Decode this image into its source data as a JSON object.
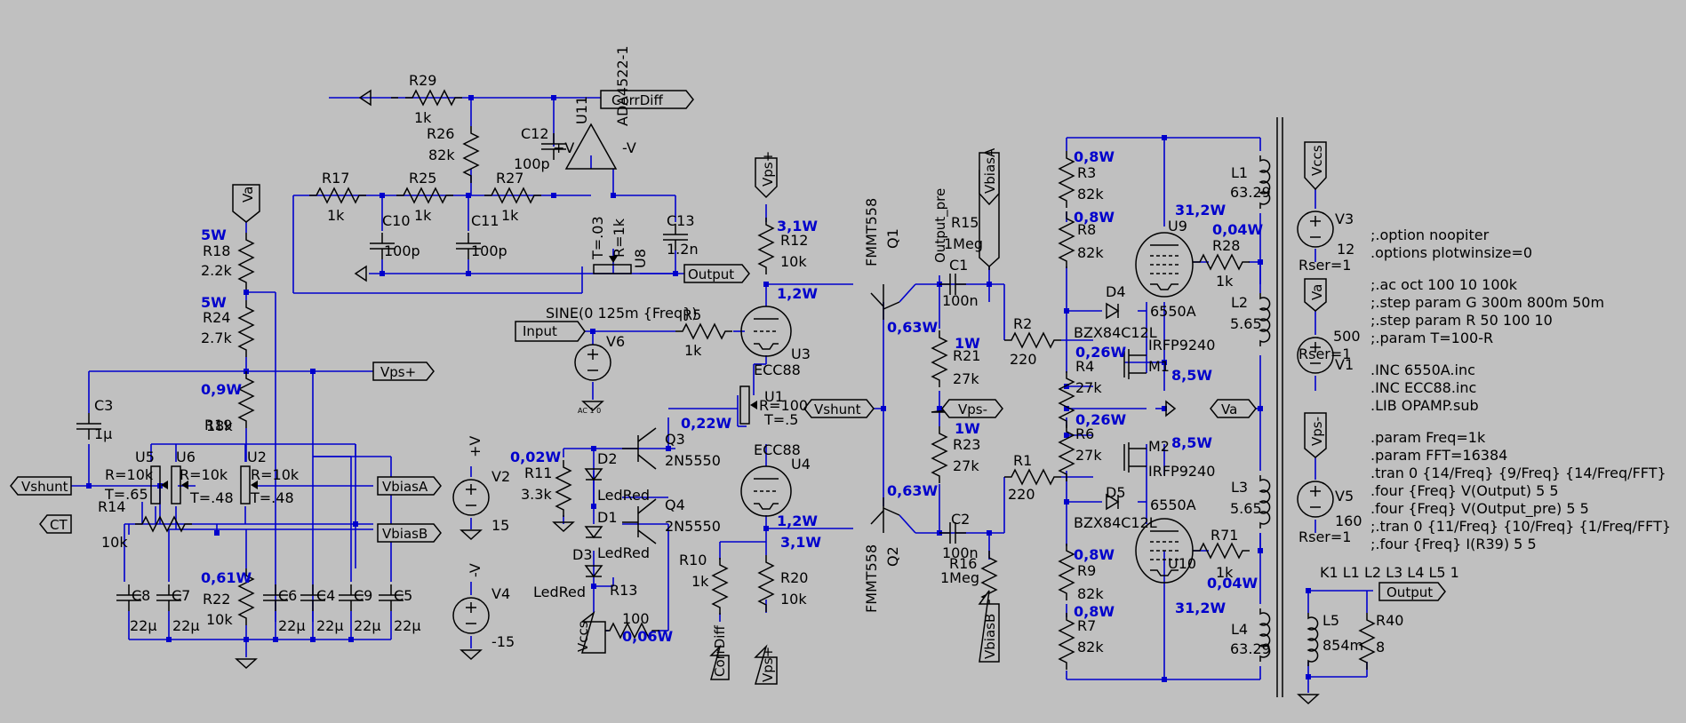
{
  "schematic": {
    "components": [
      {
        "name": "R29",
        "value": "1k"
      },
      {
        "name": "R26",
        "value": "82k"
      },
      {
        "name": "C12",
        "value": "100p"
      },
      {
        "name": "U11",
        "value": "ADA4522-1"
      },
      {
        "name": "R17",
        "value": "1k"
      },
      {
        "name": "R25",
        "value": "1k"
      },
      {
        "name": "R27",
        "value": "1k"
      },
      {
        "name": "C10",
        "value": "100p"
      },
      {
        "name": "C11",
        "value": "100p"
      },
      {
        "name": "U8",
        "value": "R=1k"
      },
      {
        "name": "C13",
        "value": "1.2n"
      },
      {
        "name": "R18",
        "value": "2.2k"
      },
      {
        "name": "R24",
        "value": "2.7k"
      },
      {
        "name": "R19",
        "value": "18k"
      },
      {
        "name": "C3",
        "value": "1µ"
      },
      {
        "name": "U5",
        "value": "R=10k"
      },
      {
        "name": "U6",
        "value": "R=10k"
      },
      {
        "name": "U2",
        "value": "R=10k"
      },
      {
        "name": "R14",
        "value": "10k"
      },
      {
        "name": "C8",
        "value": "22µ"
      },
      {
        "name": "C7",
        "value": "22µ"
      },
      {
        "name": "R22",
        "value": "10k"
      },
      {
        "name": "C6",
        "value": "22µ"
      },
      {
        "name": "C4",
        "value": "22µ"
      },
      {
        "name": "C9",
        "value": "22µ"
      },
      {
        "name": "C5",
        "value": "22µ"
      },
      {
        "name": "V2",
        "value": "15"
      },
      {
        "name": "V4",
        "value": "-15"
      },
      {
        "name": "R11",
        "value": "3.3k"
      },
      {
        "name": "D2",
        "value": "LedRed"
      },
      {
        "name": "D1",
        "value": "LedRed"
      },
      {
        "name": "D3",
        "value": "LedRed"
      },
      {
        "name": "R13",
        "value": "100"
      },
      {
        "name": "Q3",
        "value": "2N5550"
      },
      {
        "name": "Q4",
        "value": "2N5550"
      },
      {
        "name": "R5",
        "value": "1k"
      },
      {
        "name": "V6",
        "value": "AC 1 0"
      },
      {
        "name": "U3",
        "value": "ECC88"
      },
      {
        "name": "U4",
        "value": "ECC88"
      },
      {
        "name": "U1",
        "value": "R=100"
      },
      {
        "name": "R12",
        "value": "10k"
      },
      {
        "name": "R20",
        "value": "10k"
      },
      {
        "name": "R10",
        "value": "1k"
      },
      {
        "name": "Q1",
        "value": "FMMT558"
      },
      {
        "name": "Q2",
        "value": "FMMT558"
      },
      {
        "name": "R15",
        "value": "1Meg"
      },
      {
        "name": "C1",
        "value": "100n"
      },
      {
        "name": "R21",
        "value": "27k"
      },
      {
        "name": "R23",
        "value": "27k"
      },
      {
        "name": "C2",
        "value": "100n"
      },
      {
        "name": "R16",
        "value": "1Meg"
      },
      {
        "name": "R2",
        "value": "220"
      },
      {
        "name": "R1",
        "value": "220"
      },
      {
        "name": "R3",
        "value": "82k"
      },
      {
        "name": "R8",
        "value": "82k"
      },
      {
        "name": "R4",
        "value": "27k"
      },
      {
        "name": "R6",
        "value": "27k"
      },
      {
        "name": "R9",
        "value": "82k"
      },
      {
        "name": "R7",
        "value": "82k"
      },
      {
        "name": "D4",
        "value": "BZX84C12L"
      },
      {
        "name": "D5",
        "value": "BZX84C12L"
      },
      {
        "name": "M1",
        "value": "IRFP9240"
      },
      {
        "name": "M2",
        "value": "IRFP9240"
      },
      {
        "name": "U9",
        "value": "6550A"
      },
      {
        "name": "U10",
        "value": "6550A"
      },
      {
        "name": "R28",
        "value": "1k"
      },
      {
        "name": "R71",
        "value": "1k"
      },
      {
        "name": "L1",
        "value": "63.29"
      },
      {
        "name": "L2",
        "value": "5.65"
      },
      {
        "name": "L3",
        "value": "5.65"
      },
      {
        "name": "L4",
        "value": "63.29"
      },
      {
        "name": "L5",
        "value": "854m"
      },
      {
        "name": "R40",
        "value": "8"
      },
      {
        "name": "V3",
        "value": "12"
      },
      {
        "name": "V1",
        "value": "500"
      },
      {
        "name": "V5",
        "value": "160"
      }
    ],
    "labels": {
      "r29": "R29",
      "r29v": "1k",
      "r26": "R26",
      "r26v": "82k",
      "c12": "C12",
      "c12v": "100p",
      "u11": "U11",
      "u11v": "ADA4522-1",
      "pv": "+V",
      "mv": "-V",
      "corrdiff": "CorrDiff",
      "r17": "R17",
      "r17v": "1k",
      "r25": "R25",
      "r25v": "1k",
      "r27": "R27",
      "r27v": "1k",
      "c10": "C10",
      "c10v": "100p",
      "c11": "C11",
      "c11v": "100p",
      "t03": "T=.03",
      "r1k": "R=1k",
      "u8": "U8",
      "c13": "C13",
      "c13v": "1.2n",
      "output": "Output",
      "va": "Va",
      "r18": "R18",
      "r18v": "2.2k",
      "r24": "R24",
      "r24v": "2.7k",
      "r19": "R19",
      "r19v": "18k",
      "c3": "C3",
      "c3v": "1µ",
      "vps_plus": "Vps+",
      "u5": "U5",
      "u6": "U6",
      "u2": "U2",
      "r10k": "R=10k",
      "t65": "T=.65",
      "t48": "T=.48",
      "vshunt": "Vshunt",
      "vbiasa": "VbiasA",
      "vbiasb": "VbiasB",
      "ct": "CT",
      "r14": "R14",
      "r14v": "10k",
      "c8": "C8",
      "c7": "C7",
      "r22": "R22",
      "r22v": "10k",
      "c6": "C6",
      "c4": "C4",
      "c9": "C9",
      "c5": "C5",
      "c22u": "22µ",
      "v2": "V2",
      "v2v": "15",
      "v4": "V4",
      "v4v": "-15",
      "r11": "R11",
      "r11v": "3.3k",
      "d2": "D2",
      "d1": "D1",
      "d3": "D3",
      "ledred": "LedRed",
      "r13": "R13",
      "r13v": "100",
      "vccs": "Vccs",
      "q3": "Q3",
      "q4": "Q4",
      "n5550": "2N5550",
      "sine": "SINE(0 125m {Freq})",
      "input": "Input",
      "r5": "R5",
      "r5v": "1k",
      "v6": "V6",
      "ac10": "AC 1 0",
      "u3": "U3",
      "u4": "U4",
      "ecc88": "ECC88",
      "u1": "U1",
      "r100": "R=100",
      "t5": "T=.5",
      "r12": "R12",
      "r12v": "10k",
      "r20": "R20",
      "r20v": "10k",
      "r10": "R10",
      "r10v": "1k",
      "fmmt": "FMMT558",
      "q1": "Q1",
      "q2": "Q2",
      "output_pre": "Output_pre",
      "r15": "R15",
      "r15v": "1Meg",
      "c1": "C1",
      "c1v": "100n",
      "r21": "R21",
      "r21v": "27k",
      "r23": "R23",
      "r23v": "27k",
      "vps_minus": "Vps-",
      "c2": "C2",
      "c2v": "100n",
      "r16": "R16",
      "r16v": "1Meg",
      "r2": "R2",
      "r2v": "220",
      "r1": "R1",
      "r1v": "220",
      "r3": "R3",
      "r3v": "82k",
      "r8": "R8",
      "r8v": "82k",
      "r4": "R4",
      "r4v": "27k",
      "r6": "R6",
      "r6v": "27k",
      "r9": "R9",
      "r9v": "82k",
      "r7": "R7",
      "r7v": "82k",
      "d4": "D4",
      "d5": "D5",
      "bzx": "BZX84C12L",
      "m1": "M1",
      "m2": "M2",
      "irf": "IRFP9240",
      "u9": "U9",
      "u10": "U10",
      "tube6550": "6550A",
      "r28": "R28",
      "r28v": "1k",
      "r71": "R71",
      "r71v": "1k",
      "l1": "L1",
      "l1v": "63.29",
      "l2": "L2",
      "l2v": "5.65",
      "l3": "L3",
      "l3v": "5.65",
      "l4": "L4",
      "l4v": "63.29",
      "l5": "L5",
      "l5v": "854m",
      "r40": "R40",
      "r40v": "8",
      "v3": "V3",
      "v3v": "12",
      "v1": "V1",
      "v1v": "500",
      "v5": "V5",
      "v5v": "160",
      "rser": "Rser=1",
      "k1": "K1 L1 L2 L3 L4 L5 1"
    },
    "power": {
      "r18": "5W",
      "r24": "5W",
      "r19": "0,9W",
      "r22": "0,61W",
      "r11": "0,02W",
      "r13": "0,06W",
      "q3": "0,22W",
      "r12": "3,1W",
      "u3": "1,2W",
      "u4": "1,2W",
      "r20": "3,1W",
      "q1": "0,63W",
      "q2": "0,63W",
      "r21": "1W",
      "r23": "1W",
      "r3": "0,8W",
      "r8": "0,8W",
      "r4": "0,26W",
      "r6": "0,26W",
      "r9": "0,8W",
      "r7": "0,8W",
      "m1": "8,5W",
      "m2": "8,5W",
      "u9": "31,2W",
      "u10": "31,2W",
      "r28": "0,04W",
      "r71": "0,04W"
    },
    "directives": [
      ";.option noopiter",
      ".options plotwinsize=0",
      "",
      ";.ac oct 100 10 100k",
      ";.step param G 300m 800m 50m",
      ";.step param R 50 100 10",
      ";.param T=100-R",
      "",
      ".INC 6550A.inc",
      ".INC ECC88.inc",
      ".LIB OPAMP.sub",
      "",
      ".param Freq=1k",
      ".param FFT=16384",
      ".tran 0 {14/Freq} {9/Freq} {14/Freq/FFT}",
      ".four {Freq} V(Output) 5 5",
      ".four {Freq} V(Output_pre) 5 5",
      ";.tran 0 {11/Freq} {10/Freq} {1/Freq/FFT}",
      ";.four {Freq} I(R39) 5 5"
    ]
  },
  "colors": {
    "background": "#c0c0c0",
    "wire": "#0000cc",
    "component": "#000000",
    "power_label": "#0000cc"
  }
}
